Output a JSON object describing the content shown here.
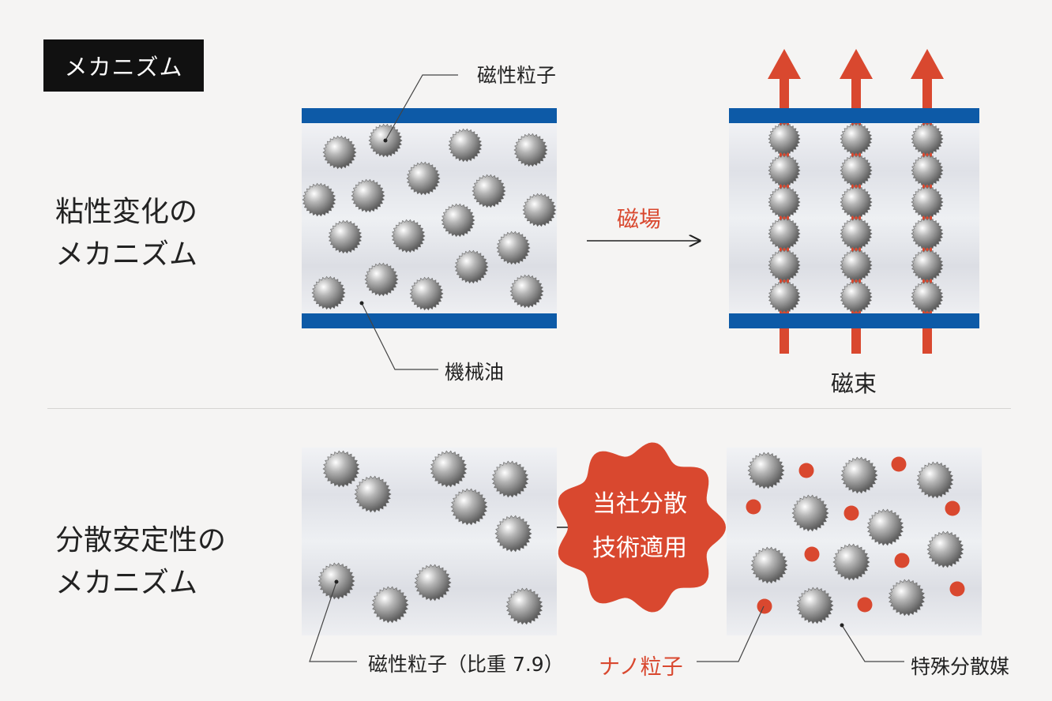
{
  "tag": "メカニズム",
  "section1": {
    "heading_line1": "粘性変化の",
    "heading_line2": "メカニズム",
    "label_particle": "磁性粒子",
    "label_oil": "機械油",
    "label_field": "磁場",
    "label_flux": "磁束"
  },
  "section2": {
    "heading_line1": "分散安定性の",
    "heading_line2": "メカニズム",
    "label_particle": "磁性粒子（比重 7.9）",
    "badge_line1": "当社分散",
    "badge_line2": "技術適用",
    "label_nano": "ナノ粒子",
    "label_medium": "特殊分散媒"
  },
  "colors": {
    "blue_plate": "#0d5aa7",
    "red_accent": "#d9482f",
    "particle_gray": "#8c8c8c",
    "background": "#f5f4f3"
  }
}
